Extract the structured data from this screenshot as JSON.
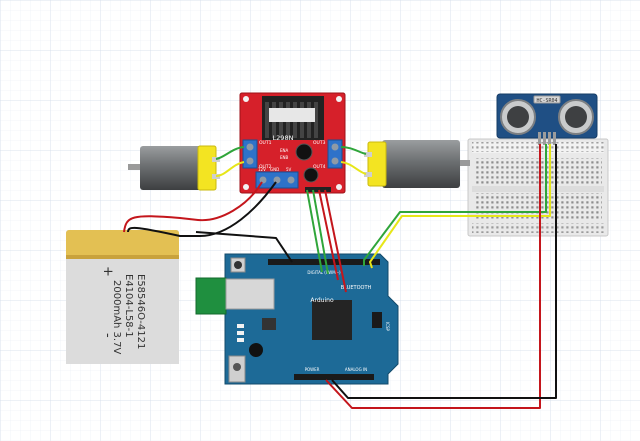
{
  "battery": {
    "label_line1": "E58546O-4121",
    "label_line2": "E4104-L58-1",
    "label_line3": "2000mAh 3.7V",
    "plus": "+",
    "minus": "-"
  },
  "driver": {
    "name": "L298N",
    "out1": "OUT1",
    "out2": "OUT2",
    "out3": "OUT3",
    "out4": "OUT4",
    "v12": "12V",
    "gnd": "GND",
    "v5": "5V",
    "enb": "ENB",
    "ena": "ENA"
  },
  "sensor": {
    "model": "HC-SR04"
  },
  "arduino": {
    "brand": "Arduino",
    "shield": "BLUETOOTH",
    "digital": "DIGITAL (PWM~)",
    "power": "POWER",
    "analog": "ANALOG IN",
    "icsp": "ICSP"
  },
  "colors": {
    "grid": "#dfe6f1",
    "driver_board": "#d6202a",
    "arduino_board": "#1d6a97",
    "breadboard": "#e9e9e9",
    "battery": "#e3c053",
    "wire_red": "#c4161c",
    "wire_black": "#111111",
    "wire_green": "#2fa53a",
    "wire_yellow": "#e7e619",
    "motor_body": "#6f7274",
    "motor_cap": "#f3e422"
  }
}
